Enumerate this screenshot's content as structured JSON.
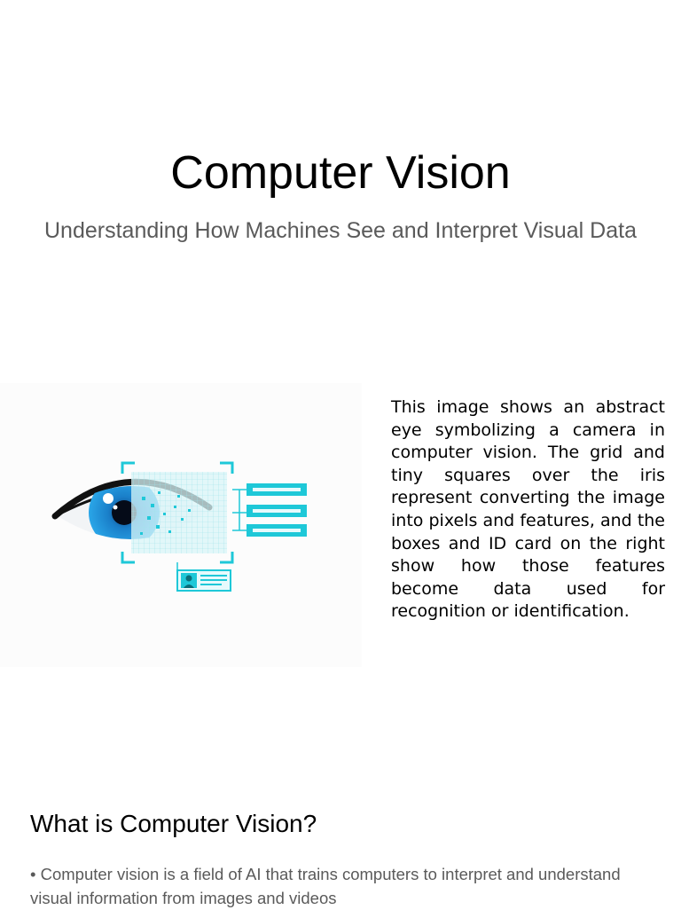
{
  "header": {
    "title": "Computer Vision",
    "subtitle": "Understanding How Machines See and Interpret Visual Data"
  },
  "figure": {
    "icon": "eye-scan-illustration",
    "caption": "This image shows an abstract eye symbolizing a camera in computer vision. The grid and tiny squares over the iris represent converting the image into pixels and features, and the boxes and ID card on the right show how those features become data used for recognition or identification."
  },
  "section": {
    "heading": "What is Computer Vision?",
    "bullets": [
      "• Computer vision is a field of AI that trains computers to interpret and understand visual information from images and videos"
    ]
  },
  "colors": {
    "accent_cyan": "#1ec8d8",
    "iris_blue": "#1a7fc9",
    "subtitle_gray": "#5a5a5a"
  }
}
